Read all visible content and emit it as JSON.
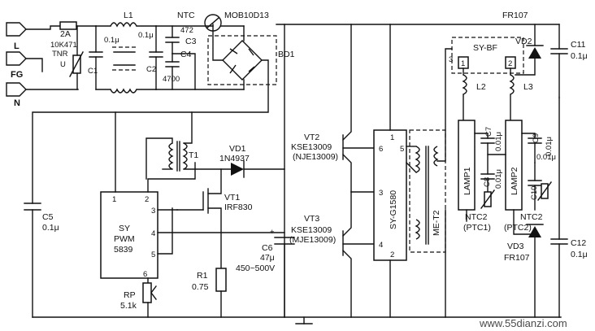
{
  "terminals": {
    "l": "L",
    "fg": "FG",
    "n": "N"
  },
  "fuse": "2A",
  "tnr": {
    "part": "10K471",
    "name": "TNR"
  },
  "cap_01u": "0.1μ",
  "c1": "C1",
  "l1": "L1",
  "c2": {
    "name": "C2",
    "value": "0.1μ"
  },
  "ntc": "NTC",
  "mob": "MOB10D13",
  "c3": {
    "value": "472",
    "name": "C3"
  },
  "c4": {
    "name": "C4",
    "value": "4700"
  },
  "bd1": "BD1",
  "t1": "T1",
  "vd1": {
    "name": "VD1",
    "part": "1N4937"
  },
  "vt1": {
    "name": "VT1",
    "part": "IRF830"
  },
  "ic": {
    "vendor": "SY",
    "type": "PWM",
    "num": "5839",
    "pins": [
      "1",
      "2",
      "3",
      "4",
      "5",
      "6"
    ]
  },
  "c5": {
    "name": "C5",
    "value": "0.1μ"
  },
  "r1": {
    "name": "R1",
    "value": "0.75"
  },
  "rp": {
    "name": "RP",
    "value": "5.1k"
  },
  "vt2": {
    "name": "VT2",
    "part": "KSE13009",
    "alt": "(NJE13009)"
  },
  "vt3": {
    "name": "VT3",
    "part": "KSE13009",
    "alt": "(MJE13009)"
  },
  "c6": {
    "name": "C6",
    "value": "47μ",
    "rating": "450~500V"
  },
  "drv": {
    "name": "SY-G1580",
    "pins": [
      "1",
      "2",
      "3",
      "4",
      "5",
      "6"
    ]
  },
  "t2": "ME-T2",
  "bf": {
    "name": "SY-BF",
    "p1": "1",
    "p2": "2",
    "p3": "3"
  },
  "l2": "L2",
  "l3": "L3",
  "vd2": "VD2",
  "fr107_top": "FR107",
  "c11": {
    "name": "C11",
    "value": "0.1μ"
  },
  "lamp1": "LAMP1",
  "lamp2": "LAMP2",
  "c7": {
    "name": "C7",
    "value": "0.01μ"
  },
  "c8": {
    "name": "C8",
    "value": "0.01μ"
  },
  "c9": {
    "name": "C9",
    "value": "0.01μ"
  },
  "c10": {
    "name": "C10",
    "value": "0.01μ"
  },
  "ntc2": "NTC2",
  "ptc1": "(PTC1)",
  "ptc2": "(PTC2)",
  "vd3": "VD3",
  "fr107_bot": "FR107",
  "c12": {
    "name": "C12",
    "value": "0.1μ"
  },
  "watermark": "www.55dianzi.com"
}
